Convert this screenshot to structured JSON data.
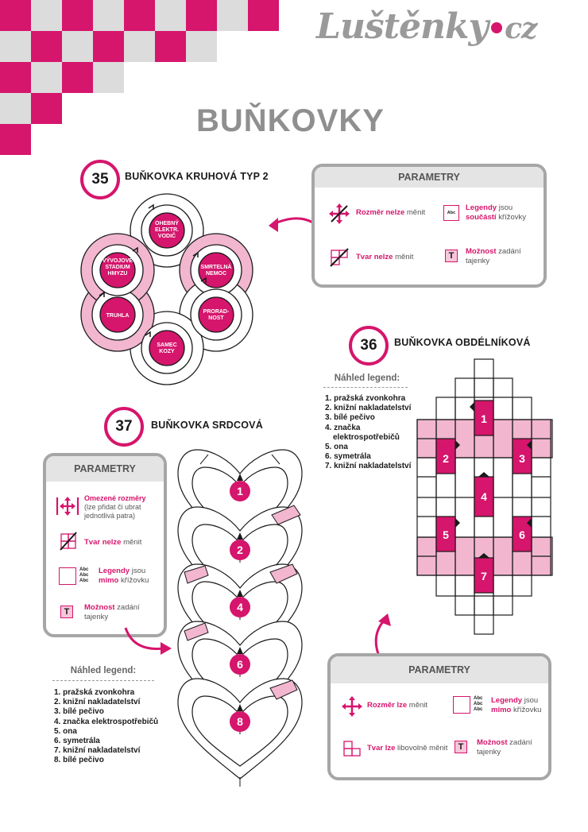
{
  "logo": {
    "main": "Luštěnky",
    "suffix": "cz"
  },
  "page_title": "BUŇKOVKY",
  "colors": {
    "accent": "#d6156c",
    "light_accent": "#f2b6cf",
    "grey": "#a6a6a6"
  },
  "s35": {
    "num": "35",
    "title": "BUŇKOVKA KRUHOVÁ TYP 2",
    "cells": [
      "OHEBNÝ ELEKTR. VODIČ",
      "SMRTELNÁ NEMOC",
      "PRORAD-NOST",
      "SAMEC KOZY",
      "TRUHLA",
      "VÝVOJOVÉ STADIUM HMYZU"
    ],
    "params": {
      "header": "PARAMETRY",
      "size_b": "Rozměr nelze",
      "size_t": "měnit",
      "legend_b1": "Legendy",
      "legend_t1": "jsou",
      "legend_b2": "součástí",
      "legend_t2": "křížovky",
      "shape_b": "Tvar nelze",
      "shape_t": "měnit",
      "secret_b": "Možnost",
      "secret_t1": "zadání",
      "secret_t2": "tajenky",
      "t": "T",
      "abc": "Abc"
    }
  },
  "s36": {
    "num": "36",
    "title": "BUŇKOVKA OBDÉLNÍKOVÁ",
    "legend_header": "Náhled legend:",
    "legend": [
      "1. pražská zvonkohra",
      "2. knižní nakladatelství",
      "3. bílé pečivo",
      "4. značka",
      "elektrospotřebičů",
      "5. ona",
      "6. symetrála",
      "7. knižní nakladatelství"
    ],
    "labels": [
      "1",
      "2",
      "3",
      "4",
      "5",
      "6",
      "7"
    ],
    "params": {
      "header": "PARAMETRY",
      "size_b": "Rozměr lze",
      "size_t": "měnit",
      "legend_b1": "Legendy",
      "legend_t1": "jsou",
      "legend_b2": "mimo",
      "legend_t2": "křížovku",
      "shape_b": "Tvar lze",
      "shape_t": "libovolně měnit",
      "secret_b": "Možnost",
      "secret_t1": "zadání",
      "secret_t2": "tajenky",
      "t": "T",
      "abc": "Abc"
    }
  },
  "s37": {
    "num": "37",
    "title": "BUŇKOVKA SRDCOVÁ",
    "legend_header": "Náhled legend:",
    "legend": [
      "1. pražská zvonkohra",
      "2. knižní nakladatelství",
      "3. bílé pečivo",
      "4. značka elektrospotřebičů",
      "5. ona",
      "6. symetrála",
      "7. knižní nakladatelství",
      "8. bílé pečivo"
    ],
    "labels": [
      "1",
      "2",
      "4",
      "6",
      "8"
    ],
    "params": {
      "header": "PARAMETRY",
      "size_b": "Omezené rozměry",
      "size_t1": "(lze přidat či ubrat",
      "size_t2": "jednotlivá patra)",
      "shape_b": "Tvar nelze",
      "shape_t": "měnit",
      "legend_b1": "Legendy",
      "legend_t1": "jsou",
      "legend_b2": "mimo",
      "legend_t2": "křížovku",
      "secret_b": "Možnost",
      "secret_t1": "zadání",
      "secret_t2": "tajenky",
      "t": "T",
      "abc": "Abc"
    }
  }
}
